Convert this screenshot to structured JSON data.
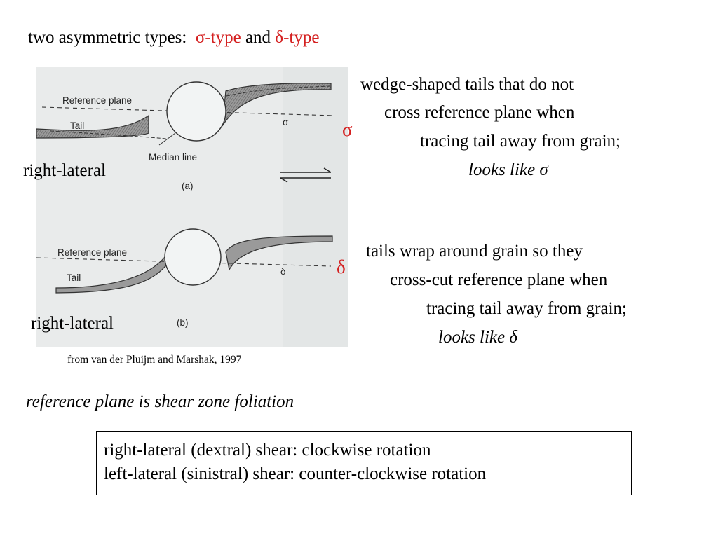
{
  "title": {
    "prefix": "two asymmetric types:",
    "sigma_type": "σ-type",
    "connector": "and",
    "delta_type": "δ-type"
  },
  "figure_a": {
    "reference_plane": "Reference plane",
    "tail": "Tail",
    "median_line": "Median line",
    "symbol": "σ",
    "caption": "(a)"
  },
  "figure_b": {
    "reference_plane": "Reference plane",
    "tail": "Tail",
    "symbol": "δ",
    "caption": "(b)"
  },
  "lateral_a": "right-lateral",
  "lateral_b": "right-lateral",
  "credit": "from van der Pluijm and Marshak, 1997",
  "sigma_desc": {
    "symbol": "σ",
    "line1": "wedge-shaped tails that do not",
    "line2": "cross reference plane when",
    "line3": "tracing tail away from grain;",
    "looks_like": "looks like σ"
  },
  "delta_desc": {
    "symbol": "δ",
    "line1": "tails wrap around grain so they",
    "line2": "cross-cut reference plane when",
    "line3": "tracing tail away from grain;",
    "looks_like": "looks like δ"
  },
  "foliation_note": "reference plane is shear zone foliation",
  "rotation_box": {
    "line1": "right-lateral (dextral) shear: clockwise rotation",
    "line2": "left-lateral (sinistral) shear: counter-clockwise rotation"
  }
}
